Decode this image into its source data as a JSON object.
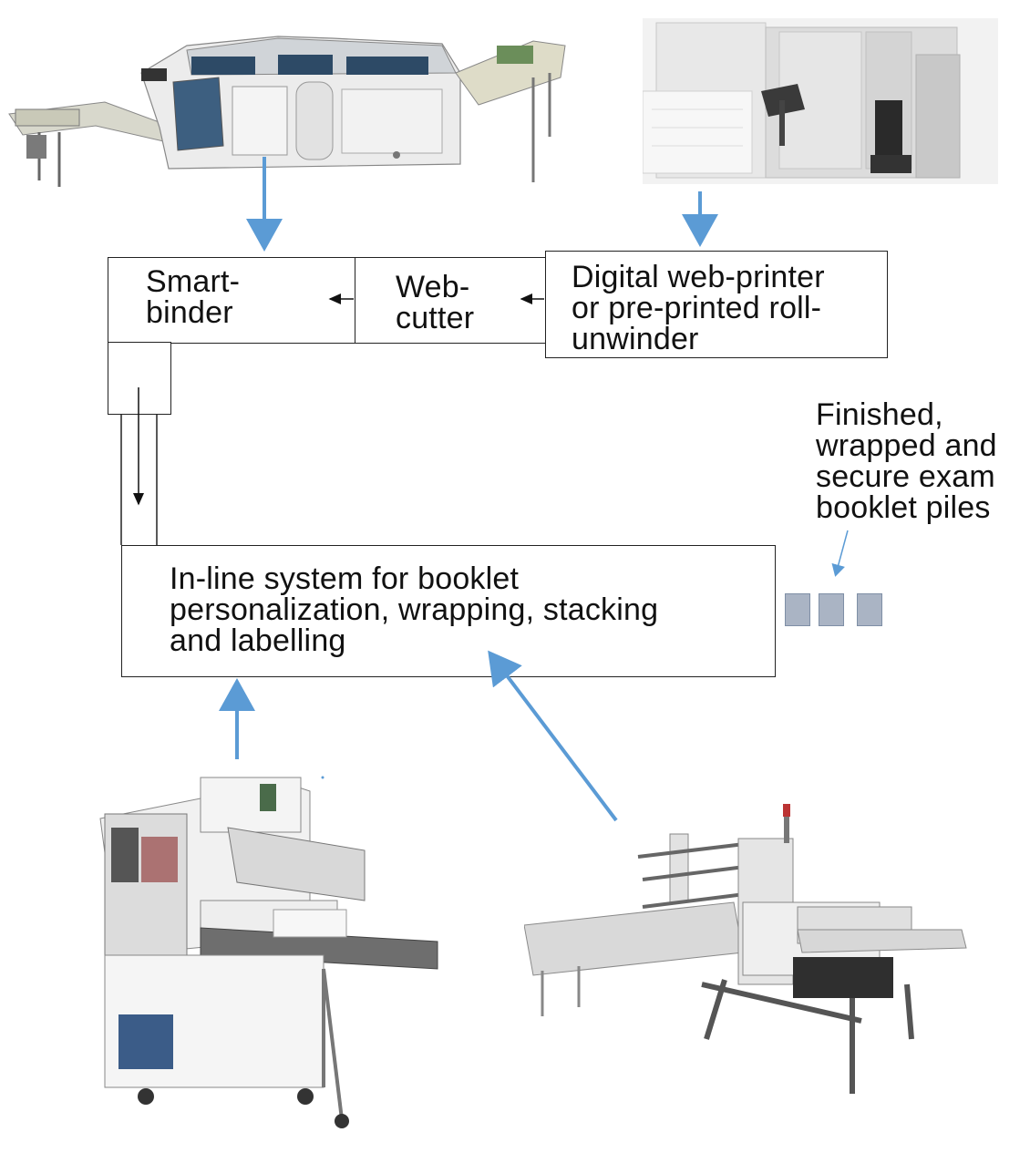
{
  "diagram": {
    "boxes": {
      "smart_binder": "Smart-\nbinder",
      "web_cutter": "Web-\ncutter",
      "digital_printer": "Digital web-printer\nor pre-printed roll-\nunwinder",
      "inline_system": "In-line system for booklet\npersonalization, wrapping, stacking\nand labelling"
    },
    "annotation": "Finished,\nwrapped and\nsecure exam\nbooklet piles",
    "pile_count": 3
  },
  "colors": {
    "arrow_blue": "#5b9bd5",
    "pile_fill": "#aab4c4",
    "pile_stroke": "#7f8fa6",
    "box_border": "#222222"
  },
  "machines": [
    {
      "name": "smart-binder-machine",
      "icon": "binder-machine-icon"
    },
    {
      "name": "digital-web-printer",
      "icon": "printer-machine-icon"
    },
    {
      "name": "wrapping-machine",
      "icon": "wrapper-machine-icon"
    },
    {
      "name": "flow-wrapper-machine",
      "icon": "flow-wrapper-icon"
    }
  ]
}
